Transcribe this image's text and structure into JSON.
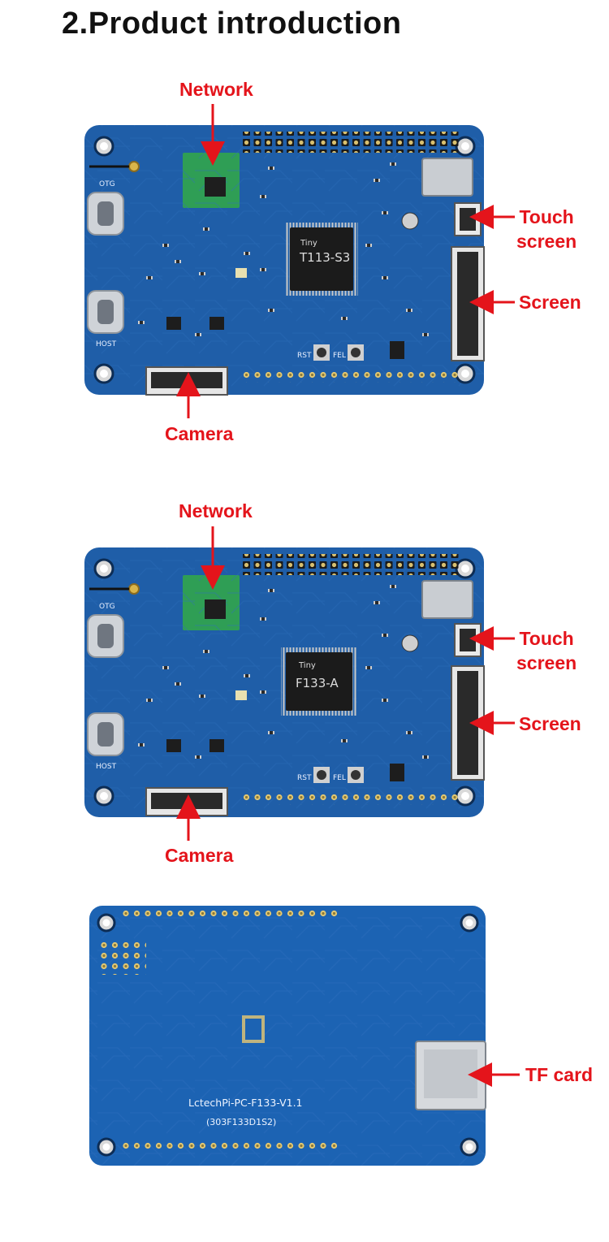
{
  "page": {
    "title": "2.Product introduction"
  },
  "colors": {
    "label": "#e4141b",
    "pcb": "#1f5ea8",
    "pcb_dark": "#174b89",
    "module": "#2f9e55"
  },
  "board1": {
    "chip_brand": "Tiny",
    "chip_model": "T113-S3",
    "labels": {
      "network": "Network",
      "touch": "Touch",
      "screen_word": "screen",
      "screen": "Screen",
      "camera": "Camera"
    },
    "silk": {
      "otg": "OTG",
      "host": "HOST",
      "rst": "RST",
      "fel": "FEL"
    }
  },
  "board2": {
    "chip_brand": "Tiny",
    "chip_model": "F133-A",
    "labels": {
      "network": "Network",
      "touch": "Touch",
      "screen_word": "screen",
      "screen": "Screen",
      "camera": "Camera"
    },
    "silk": {
      "otg": "OTG",
      "host": "HOST",
      "rst": "RST",
      "fel": "FEL"
    }
  },
  "board3": {
    "silk_name": "LctechPi-PC-F133-V1.1",
    "silk_code": "(303F133D1S2)",
    "label": "TF card"
  }
}
